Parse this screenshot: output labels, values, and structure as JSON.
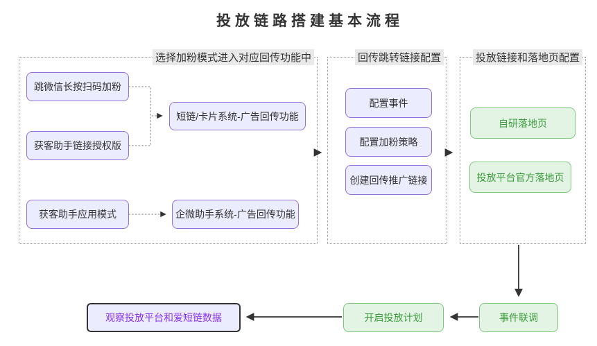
{
  "title": "投放链路搭建基本流程",
  "clusters": [
    {
      "label": "选择加粉模式进入对应回传功能中"
    },
    {
      "label": "回传跳转链接配置"
    },
    {
      "label": "投放链接和落地页配置"
    }
  ],
  "nodes": {
    "scan_qr": "跳微信长按扫码加粉",
    "assistant_link_auth": "获客助手链接授权版",
    "shortlink_system": "短链/卡片系统-广告回传功能",
    "assistant_app_mode": "获客助手应用模式",
    "qiwei_system": "企微助手系统-广告回传功能",
    "config_event": "配置事件",
    "config_fan_strategy": "配置加粉策略",
    "create_callback_link": "创建回传推广链接",
    "self_landing_page": "自研落地页",
    "official_landing_page": "投放平台官方落地页",
    "observe_data": "观察投放平台和爱短链数据",
    "start_campaign": "开启投放计划",
    "event_debug": "事件联调"
  },
  "colors": {
    "node_fill_purple": "#ECECFF",
    "node_border_purple": "#9370DB",
    "node_fill_green": "#E3F4E5",
    "node_border_green": "#7CC77C",
    "node_text_green": "#3B9C3B",
    "special_text_purple": "#8833EE",
    "special_border": "#333333",
    "cluster_border": "#999999",
    "edge_color": "#333333",
    "dotted_edge_color": "#999999"
  }
}
